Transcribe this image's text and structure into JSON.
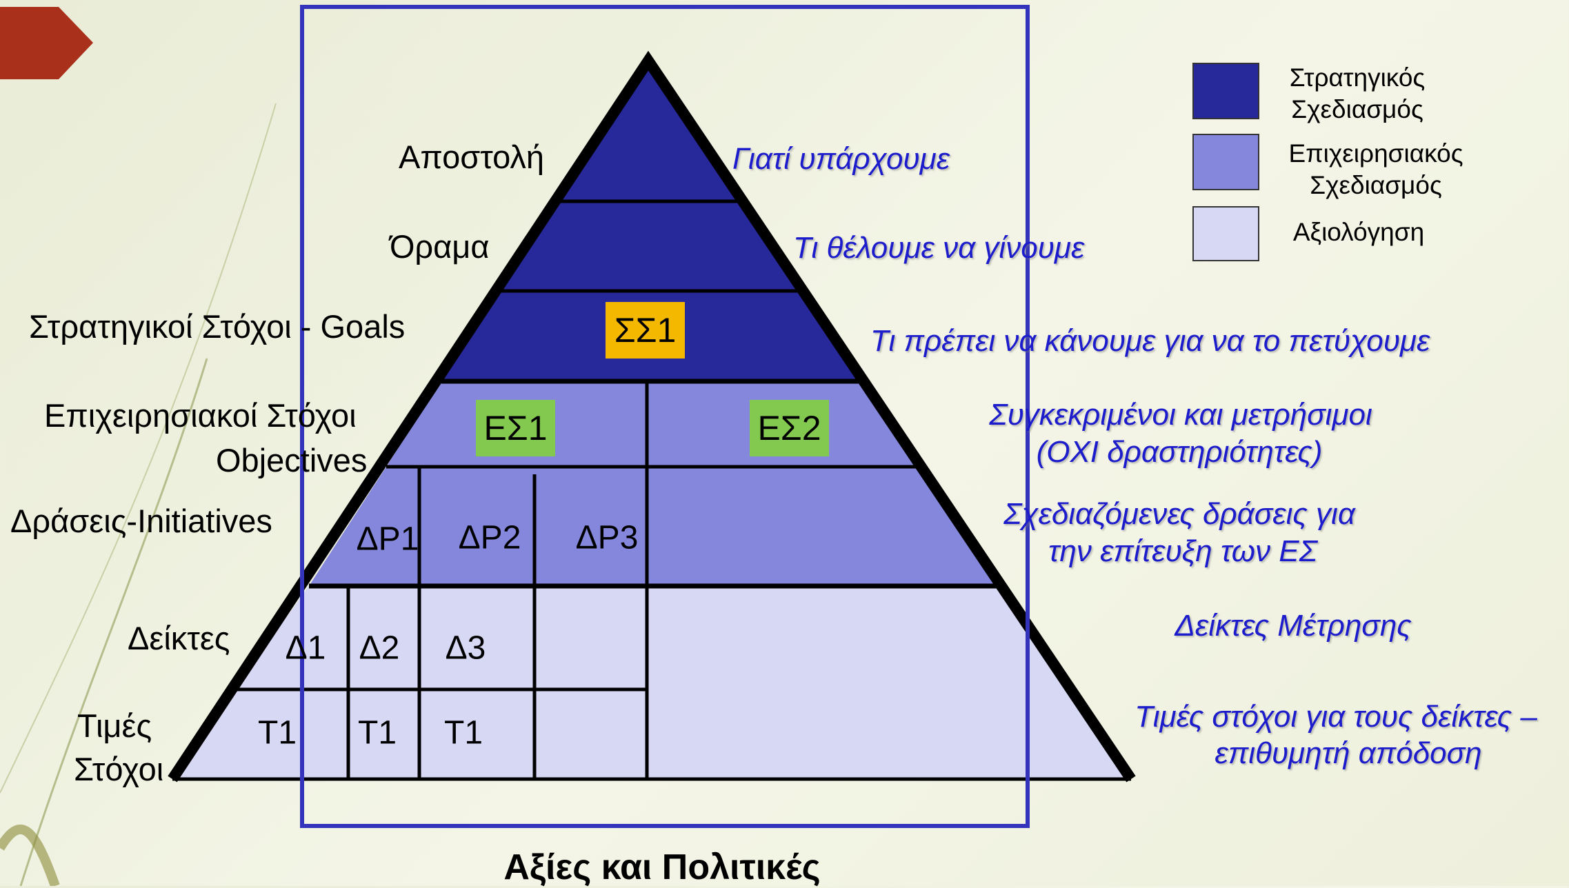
{
  "colors": {
    "strategic": "#27289a",
    "operational": "#8487dc",
    "evaluation": "#d7d8f4",
    "frame": "#3333bb",
    "badge_ss": "#f5b800",
    "badge_es": "#83c94f",
    "arrow": "#a9311b",
    "description": "#1c1ccc"
  },
  "levels": [
    {
      "label": "Αποστολή",
      "description": "Γιατί υπάρχουμε"
    },
    {
      "label": "Όραμα",
      "description": "Τι θέλουμε να γίνουμε"
    },
    {
      "label": "Στρατηγικοί  Στόχοι  - Goals",
      "description": "Τι πρέπει να κάνουμε για να το πετύχουμε"
    },
    {
      "label": "Επιχειρησιακοί  Στόχοι",
      "label2": "Objectives",
      "description": "Συγκεκριμένοι και μετρήσιμοι",
      "description2": "(ΟΧΙ δραστηριότητες)"
    },
    {
      "label": "Δράσεις-Initiatives",
      "description": "Σχεδιαζόμενες δράσεις για",
      "description2": "την επίτευξη των ΕΣ"
    },
    {
      "label": "Δείκτες",
      "description": "Δείκτες Μέτρησης"
    },
    {
      "label": "Τιμές",
      "label2": "Στόχοι",
      "description": "Τιμές στόχοι για τους δείκτες –",
      "description2": "επιθυμητή απόδοση"
    }
  ],
  "badges": {
    "strategic_goal": "ΣΣ1",
    "objective_1": "ΕΣ1",
    "objective_2": "ΕΣ2"
  },
  "initiatives": [
    "ΔΡ1",
    "ΔΡ2",
    "ΔΡ3"
  ],
  "indicators": [
    "Δ1",
    "Δ2",
    "Δ3"
  ],
  "targets": [
    "Τ1",
    "Τ1",
    "Τ1"
  ],
  "legend": [
    {
      "line1": "Στρατηγικός",
      "line2": "Σχεδιασμός",
      "color": "#27289a"
    },
    {
      "line1": "Επιχειρησιακός",
      "line2": "Σχεδιασμός",
      "color": "#8487dc"
    },
    {
      "line1": "Αξιολόγηση",
      "line2": "",
      "color": "#d7d8f4"
    }
  ],
  "footer": "Αξίες και Πολιτικές"
}
